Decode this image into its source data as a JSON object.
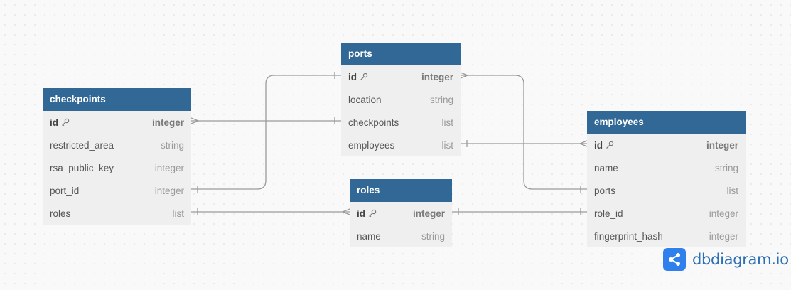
{
  "tables": {
    "checkpoints": {
      "name": "checkpoints",
      "fields": [
        {
          "name": "id",
          "type": "integer",
          "pk": true
        },
        {
          "name": "restricted_area",
          "type": "string"
        },
        {
          "name": "rsa_public_key",
          "type": "integer"
        },
        {
          "name": "port_id",
          "type": "integer"
        },
        {
          "name": "roles",
          "type": "list"
        }
      ]
    },
    "ports": {
      "name": "ports",
      "fields": [
        {
          "name": "id",
          "type": "integer",
          "pk": true
        },
        {
          "name": "location",
          "type": "string"
        },
        {
          "name": "checkpoints",
          "type": "list"
        },
        {
          "name": "employees",
          "type": "list"
        }
      ]
    },
    "roles": {
      "name": "roles",
      "fields": [
        {
          "name": "id",
          "type": "integer",
          "pk": true
        },
        {
          "name": "name",
          "type": "string"
        }
      ]
    },
    "employees": {
      "name": "employees",
      "fields": [
        {
          "name": "id",
          "type": "integer",
          "pk": true
        },
        {
          "name": "name",
          "type": "string"
        },
        {
          "name": "ports",
          "type": "list"
        },
        {
          "name": "role_id",
          "type": "integer"
        },
        {
          "name": "fingerprint_hash",
          "type": "integer"
        }
      ]
    }
  },
  "relationships": [
    {
      "from": "checkpoints.port_id",
      "to": "ports.id",
      "from_end": "one",
      "to_end": "one"
    },
    {
      "from": "checkpoints.id",
      "to": "ports.checkpoints",
      "from_end": "many",
      "to_end": "one"
    },
    {
      "from": "checkpoints.roles",
      "to": "roles.id",
      "from_end": "one",
      "to_end": "many"
    },
    {
      "from": "ports.id",
      "to": "employees.ports",
      "from_end": "many",
      "to_end": "one"
    },
    {
      "from": "ports.employees",
      "to": "employees.id",
      "from_end": "one",
      "to_end": "many"
    },
    {
      "from": "roles.id",
      "to": "employees.role_id",
      "from_end": "one",
      "to_end": "one"
    }
  ],
  "colors": {
    "header": "#316896",
    "body": "#efefef",
    "link": "#9a9a9a",
    "brand_blue": "#2f80ed"
  },
  "brand": {
    "text": "dbdiagram.io",
    "icon": "share-nodes-icon"
  }
}
